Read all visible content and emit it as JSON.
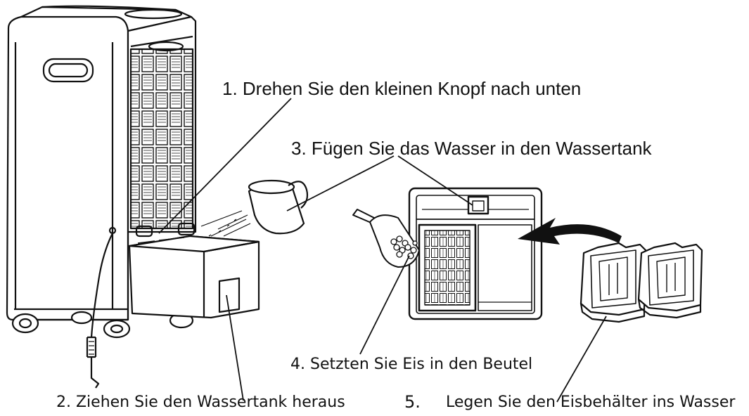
{
  "steps": {
    "step1": "1. Drehen Sie den kleinen Knopf nach unten",
    "step2": "2. Ziehen Sie den Wassertank heraus",
    "step3": "3. Fügen Sie das Wasser in den Wassertank",
    "step4": "4. Setzten Sie Eis in den Beutel",
    "step5_number": "5.",
    "step5": "Legen Sie den Eisbehälter ins Wasser"
  },
  "colors": {
    "line": "#111111",
    "background": "#ffffff"
  },
  "icons": [
    "air-cooler",
    "water-tank",
    "watering-jug",
    "ice-scoop",
    "ice-bag",
    "ice-pack"
  ]
}
